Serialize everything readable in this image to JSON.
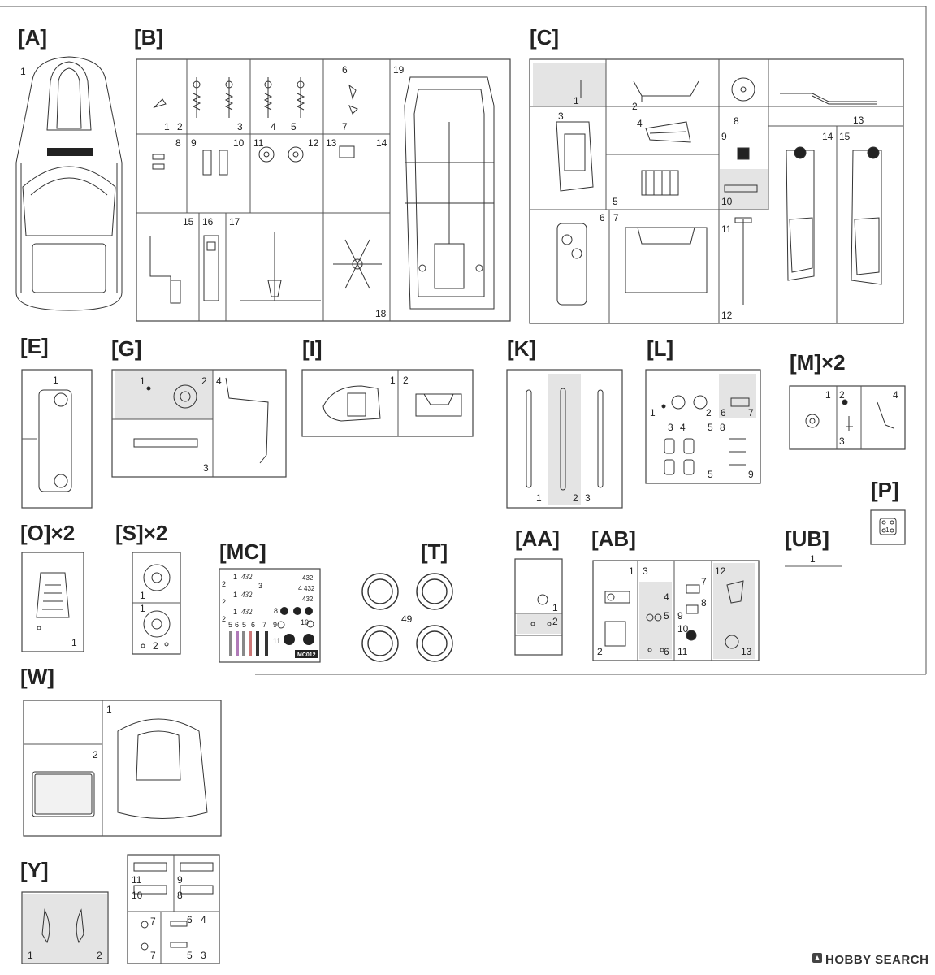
{
  "sprues": {
    "A": {
      "label": "[A]",
      "parts": [
        "1"
      ]
    },
    "B": {
      "label": "[B]",
      "parts": [
        "1",
        "2",
        "3",
        "4",
        "5",
        "6",
        "7",
        "8",
        "9",
        "10",
        "11",
        "12",
        "13",
        "14",
        "15",
        "16",
        "17",
        "18",
        "19"
      ]
    },
    "C": {
      "label": "[C]",
      "parts": [
        "1",
        "2",
        "3",
        "4",
        "5",
        "6",
        "7",
        "8",
        "9",
        "10",
        "11",
        "12",
        "13",
        "14",
        "15"
      ]
    },
    "E": {
      "label": "[E]",
      "parts": [
        "1"
      ]
    },
    "G": {
      "label": "[G]",
      "parts": [
        "1",
        "2",
        "3",
        "4"
      ]
    },
    "I": {
      "label": "[I]",
      "parts": [
        "1",
        "2"
      ]
    },
    "K": {
      "label": "[K]",
      "parts": [
        "1",
        "2",
        "3"
      ]
    },
    "L": {
      "label": "[L]",
      "parts": [
        "1",
        "2",
        "3",
        "4",
        "5",
        "5",
        "6",
        "7",
        "8",
        "9"
      ]
    },
    "M": {
      "label": "[M]×2",
      "parts": [
        "1",
        "2",
        "3",
        "4"
      ]
    },
    "P": {
      "label": "[P]",
      "parts": [
        "1"
      ]
    },
    "O": {
      "label": "[O]×2",
      "parts": [
        "1"
      ]
    },
    "S": {
      "label": "[S]×2",
      "parts": [
        "1",
        "1",
        "2"
      ]
    },
    "MC": {
      "label": "[MC]",
      "parts": [
        "1",
        "2",
        "3",
        "4",
        "1",
        "2",
        "1",
        "2",
        "5",
        "6",
        "5",
        "6",
        "7",
        "8",
        "9",
        "10",
        "11"
      ],
      "decal_texts": [
        "432",
        "432",
        "432",
        "432",
        "432",
        "432"
      ],
      "code": "MC012"
    },
    "T": {
      "label": "[T]",
      "parts": [
        "49"
      ]
    },
    "AA": {
      "label": "[AA]",
      "parts": [
        "1",
        "2"
      ]
    },
    "AB": {
      "label": "[AB]",
      "parts": [
        "1",
        "2",
        "3",
        "4",
        "5",
        "6",
        "7",
        "8",
        "9",
        "10",
        "11",
        "12",
        "13"
      ]
    },
    "UB": {
      "label": "[UB]",
      "parts": [
        "1"
      ]
    },
    "W": {
      "label": "[W]",
      "parts": [
        "1",
        "2"
      ]
    },
    "Y": {
      "label": "[Y]",
      "parts": [
        "1",
        "2",
        "3",
        "4",
        "5",
        "6",
        "7",
        "7",
        "8",
        "9",
        "10",
        "11"
      ]
    }
  },
  "watermark": {
    "brand": "HOBBY SEARCH"
  }
}
